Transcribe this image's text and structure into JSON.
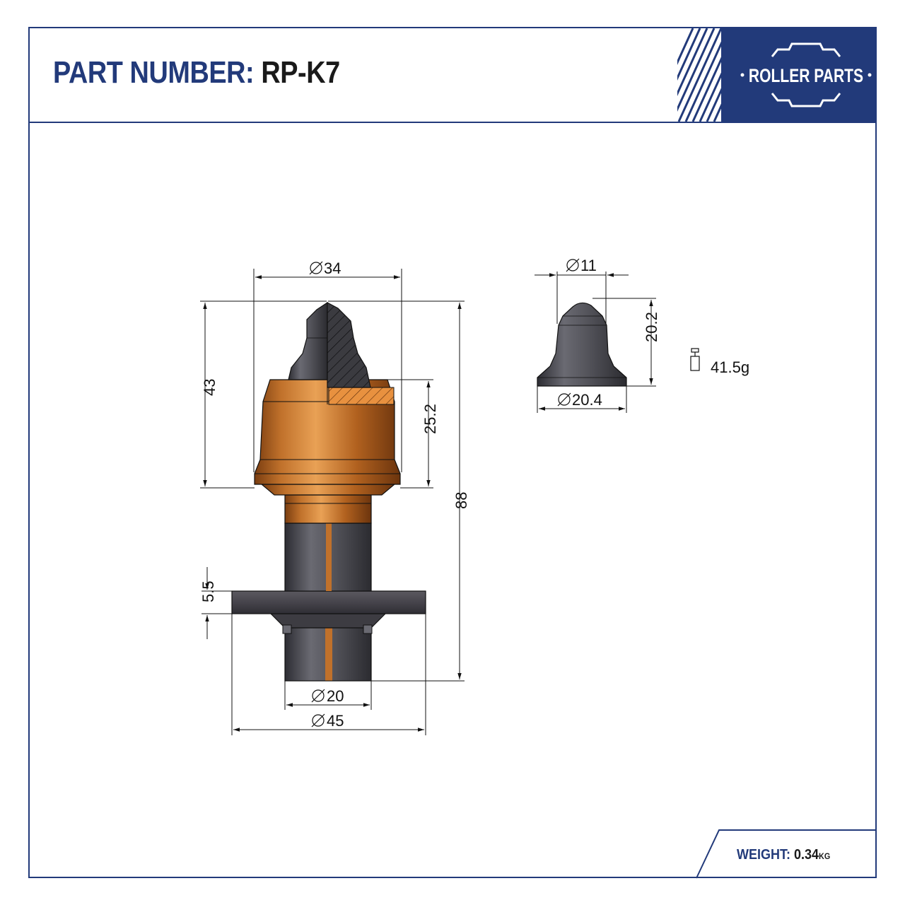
{
  "header": {
    "title_label": "PART NUMBER:",
    "title_value": "RP-K7",
    "logo_text": "ROLLER PARTS"
  },
  "colors": {
    "brand": "#223a7a",
    "copper": "#c0712b",
    "steel": "#55555c"
  },
  "icons": [
    "weight-icon",
    "gear-logo-icon"
  ],
  "main_view": {
    "dim_head_diameter": "34",
    "dim_tip_height": "43",
    "dim_body_height": "25.2",
    "dim_total_length": "88",
    "dim_flange_thickness": "5.5",
    "dim_shank_diameter": "20",
    "dim_flange_diameter": "45"
  },
  "tip_view": {
    "dim_top_diameter": "11",
    "dim_height": "20.2",
    "dim_base_diameter": "20.4",
    "weight": "41.5g"
  },
  "footer": {
    "weight_label": "WEIGHT:",
    "weight_value": "0.34",
    "weight_unit": "KG"
  }
}
